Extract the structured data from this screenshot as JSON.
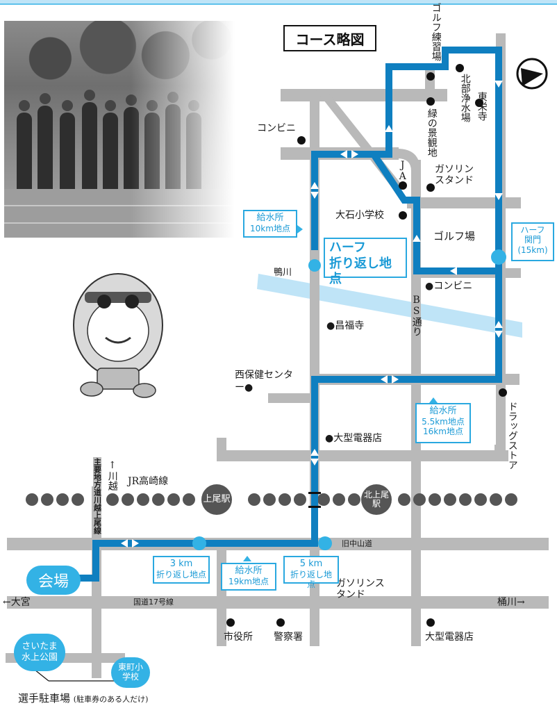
{
  "title": "コース略図",
  "landmarks": {
    "golf_practice": "ゴルフ練習場",
    "north_water": "北部浄水場",
    "toeiji": "東栄寺",
    "midori": "緑の景観地",
    "ja": "JA",
    "gas1": "ガソリンスタンド",
    "konbini1": "コンビニ",
    "oishi": "大石小学校",
    "golf": "ゴルフ場",
    "konbini2": "●コンビニ",
    "kamogawa": "鴨川",
    "bs_dori": "BS通り",
    "shofukuji": "●昌福寺",
    "nishi_hoken": "西保健センター●",
    "denki1": "●大型電器店",
    "drugstore": "ドラッグストア",
    "kawagoe": "↑川越",
    "jr_line": "JR高崎線",
    "major_road": "主要地方道川越上尾線",
    "kyu_nakasendo": "旧中山道",
    "kokudo17": "国道17号線",
    "gas2": "ガソリンスタンド",
    "shiyakusho": "市役所",
    "keisatsu": "警察署",
    "denki2": "大型電器店",
    "omiya": "←大宮",
    "okegawa": "桶川→"
  },
  "stations": {
    "ageo": "上尾駅",
    "kita_ageo": "北上尾駅"
  },
  "boxes": {
    "water10_a": "給水所",
    "water10_b": "10km地点",
    "half_turn_a": "ハーフ",
    "half_turn_b": "折り返し地点",
    "half_gate_a": "ハーフ",
    "half_gate_b": "関門",
    "half_gate_c": "(15km)",
    "water5_a": "給水所",
    "water5_b": "5.5km地点",
    "water5_c": "16km地点",
    "turn3_a": "3 km",
    "turn3_b": "折り返し地点",
    "water19_a": "給水所",
    "water19_b": "19km地点",
    "turn5_a": "5 km",
    "turn5_b": "折り返し地点"
  },
  "venue": "会場",
  "parking_a": "さいたま水上公園",
  "parking_b": "東町小学校",
  "footer_main": "選手駐車場",
  "footer_note": "(駐車券のある人だけ)",
  "colors": {
    "course": "#0f7fc0",
    "road": "#b9b9b9",
    "accent": "#33b2e5",
    "river": "#bfe4f7"
  }
}
